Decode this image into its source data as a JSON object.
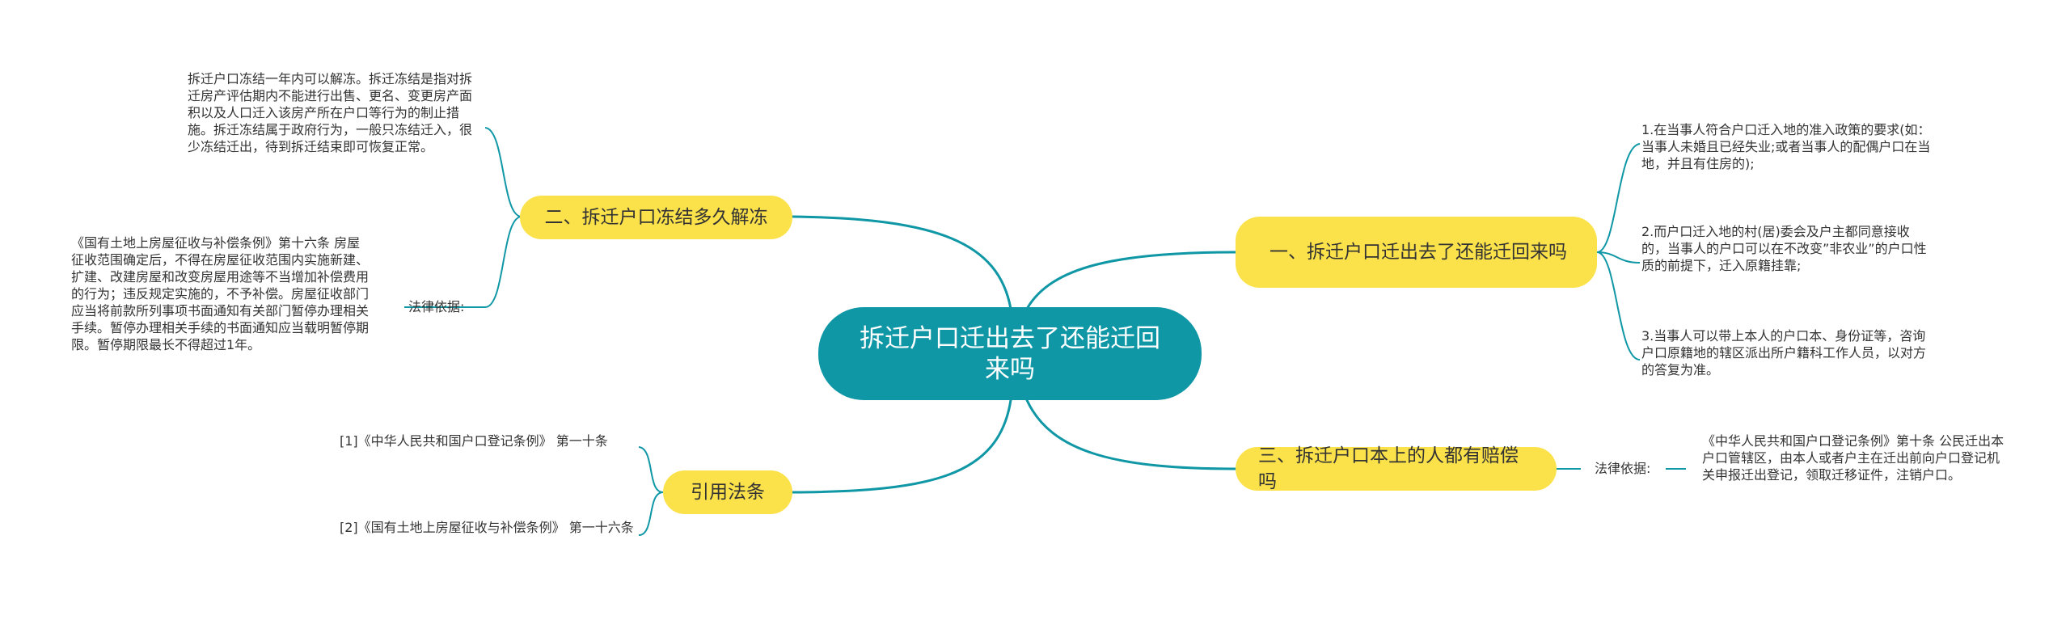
{
  "root": {
    "label": "拆迁户口迁出去了还能迁回来吗"
  },
  "branches": {
    "b1": {
      "label": "一、拆迁户口迁出去了还能迁回来吗",
      "items": [
        "1.在当事人符合户口迁入地的准入政策的要求(如：当事人未婚且已经失业;或者当事人的配偶户口在当地，并且有住房的);",
        "2.而户口迁入地的村(居)委会及户主都同意接收的，当事人的户口可以在不改变”非农业”的户口性质的前提下，迁入原籍挂靠;",
        "3.当事人可以带上本人的户口本、身份证等，咨询户口原籍地的辖区派出所户籍科工作人员，以对方的答复为准。"
      ]
    },
    "b2": {
      "label": "二、拆迁户口冻结多久解冻",
      "desc": "拆迁户口冻结一年内可以解冻。拆迁冻结是指对拆迁房产评估期内不能进行出售、更名、变更房产面积以及人口迁入该房产所在户口等行为的制止措施。拆迁冻结属于政府行为，一般只冻结迁入，很少冻结迁出，待到拆迁结束即可恢复正常。",
      "basis_label": "法律依据:",
      "basis": "《国有土地上房屋征收与补偿条例》第十六条 房屋征收范围确定后，不得在房屋征收范围内实施新建、扩建、改建房屋和改变房屋用途等不当增加补偿费用的行为；违反规定实施的，不予补偿。房屋征收部门应当将前款所列事项书面通知有关部门暂停办理相关手续。暂停办理相关手续的书面通知应当载明暂停期限。暂停期限最长不得超过1年。"
    },
    "b3": {
      "label": "三、拆迁户口本上的人都有赔偿吗",
      "basis_label": "法律依据:",
      "basis": "《中华人民共和国户口登记条例》第十条 公民迁出本户口管辖区，由本人或者户主在迁出前向户口登记机关申报迁出登记，领取迁移证件，注销户口。"
    },
    "b4": {
      "label": "引用法条",
      "items": [
        "[1]《中华人民共和国户口登记条例》 第一十条",
        "[2]《国有土地上房屋征收与补偿条例》 第一十六条"
      ]
    }
  },
  "colors": {
    "root": "#0f97a6",
    "branch": "#fce24a",
    "link": "#0f97a6"
  }
}
